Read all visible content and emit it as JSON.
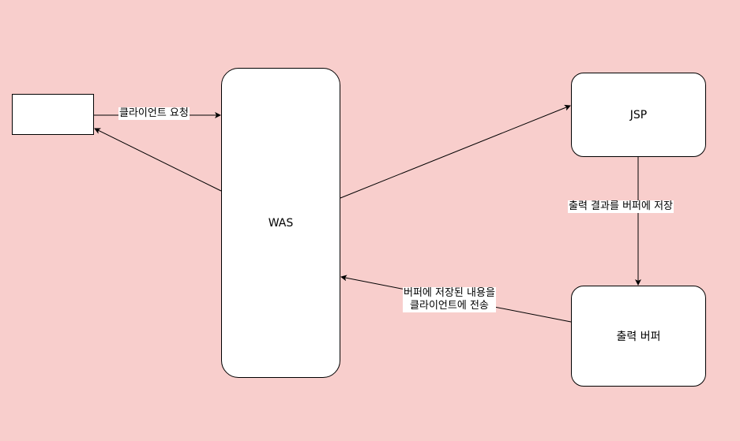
{
  "theme": {
    "background": "#f8cecc",
    "node_fill": "#ffffff",
    "stroke": "#000000"
  },
  "nodes": {
    "client": {
      "label": ""
    },
    "was": {
      "label": "WAS"
    },
    "jsp": {
      "label": "JSP"
    },
    "buffer": {
      "label": "출력 버퍼"
    }
  },
  "edges": {
    "client_to_was": {
      "label": "클라이언트 요청"
    },
    "jsp_to_buffer": {
      "label": "출력 결과를 버퍼에 저장"
    },
    "buffer_to_was": {
      "label_line1": "버퍼에 저장된 내용을",
      "label_line2": "클라이언트에 전송"
    }
  }
}
